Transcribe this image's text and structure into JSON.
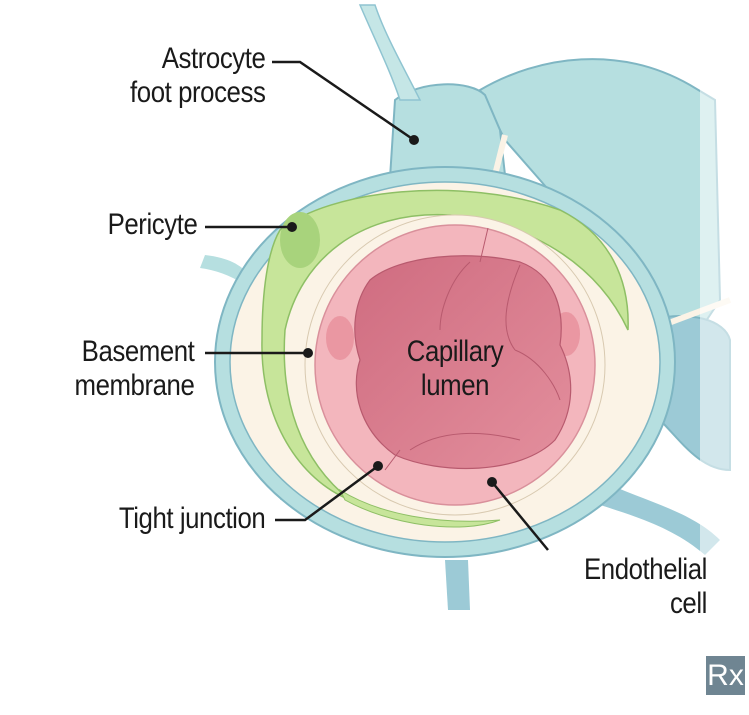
{
  "title": "Blood-brain barrier capillary cross-section",
  "labels": {
    "astrocyte": [
      "Astrocyte",
      "foot process"
    ],
    "pericyte": [
      "Pericyte"
    ],
    "basement": [
      "Basement",
      "membrane"
    ],
    "tight": [
      "Tight junction"
    ],
    "endothelial": [
      "Endothelial",
      "cell"
    ],
    "lumen": [
      "Capillary",
      "lumen"
    ]
  },
  "logo": {
    "text": "Rx",
    "name": "rx-logo-icon"
  },
  "colors": {
    "astrocyte_fill": "#b6dfe0",
    "astrocyte_edge": "#7fb6c3",
    "astrocyte_dark": "#8fc4d1",
    "membrane_cream": "#fbf3e6",
    "pericyte_fill": "#c7e59a",
    "pericyte_dark": "#a8d37c",
    "endothelial_fill": "#f3b6bd",
    "lumen_fill": "#d8778a",
    "nucleus_fill": "#ea97a2",
    "leader": "#1a1a1a",
    "logo_bg": "#6f8592"
  }
}
